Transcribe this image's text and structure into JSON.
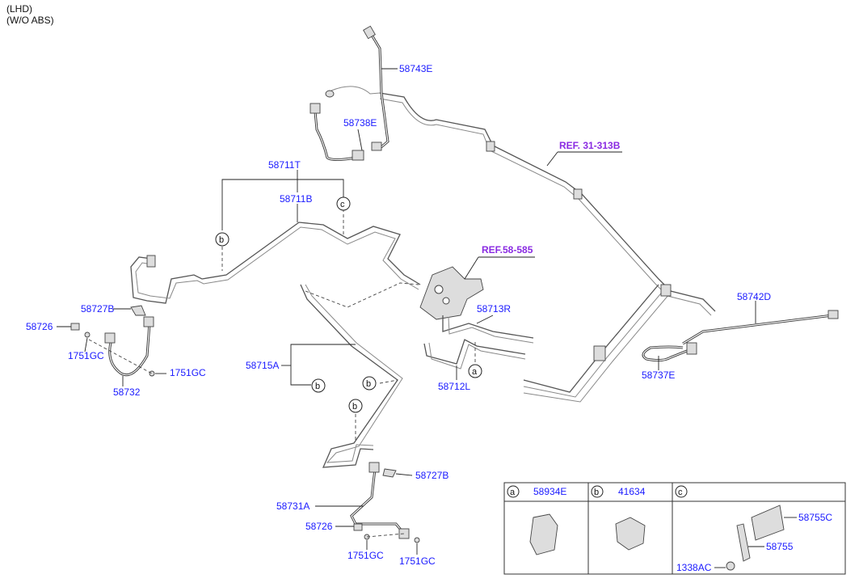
{
  "header": {
    "line1": "(LHD)",
    "line2": "(W/O ABS)"
  },
  "labels": {
    "p58743E": "58743E",
    "p58738E": "58738E",
    "ref31": "REF. 31-313B",
    "p58711T": "58711T",
    "p58711B": "58711B",
    "ref58": "REF.58-585",
    "p58742D": "58742D",
    "p58737E": "58737E",
    "p58713R": "58713R",
    "p58712L": "58712L",
    "p58727B_top": "58727B",
    "p58726_top": "58726",
    "p1751GC_a": "1751GC",
    "p1751GC_b": "1751GC",
    "p58732": "58732",
    "p58715A": "58715A",
    "p58727B_bot": "58727B",
    "p58731A": "58731A",
    "p58726_bot": "58726",
    "p1751GC_c": "1751GC",
    "p1751GC_d": "1751GC"
  },
  "callouts": {
    "a": "a",
    "b": "b",
    "c": "c"
  },
  "legend": {
    "a": {
      "letter": "a",
      "part": "58934E"
    },
    "b": {
      "letter": "b",
      "part": "41634"
    },
    "c": {
      "letter": "c",
      "parts": [
        "58755C",
        "58755",
        "1338AC"
      ]
    }
  },
  "colors": {
    "part_label": "#1a1aff",
    "ref_label": "#8a2be2"
  }
}
